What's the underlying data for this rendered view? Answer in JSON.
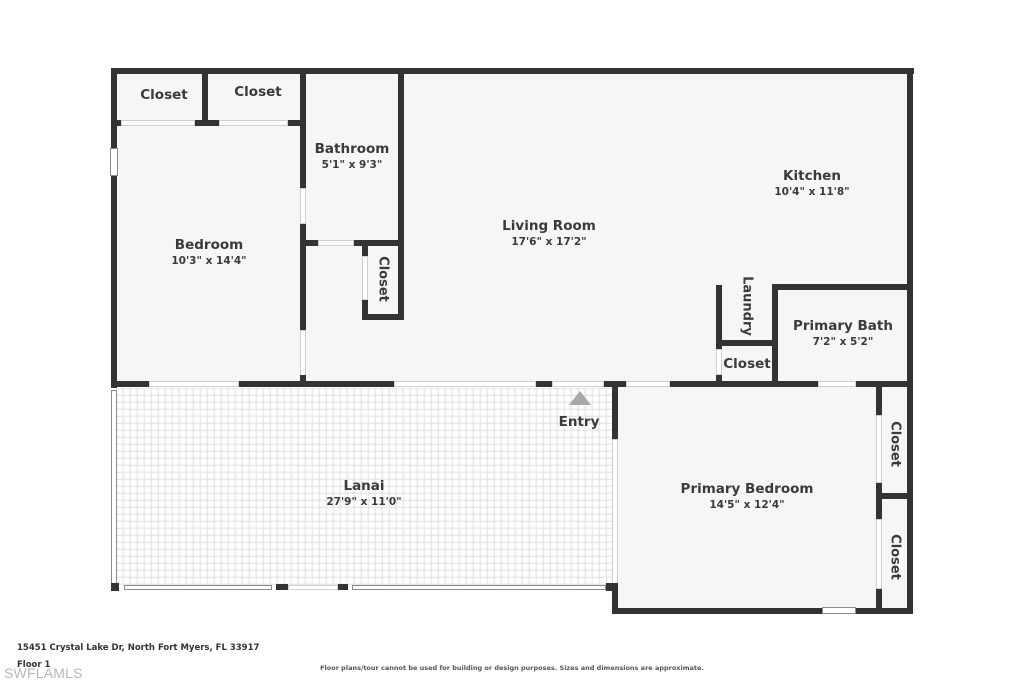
{
  "floorplan": {
    "rooms": {
      "closet_1": {
        "name": "Closet"
      },
      "closet_2": {
        "name": "Closet"
      },
      "bathroom": {
        "name": "Bathroom",
        "dimensions": "5'1\" x 9'3\""
      },
      "bedroom": {
        "name": "Bedroom",
        "dimensions": "10'3\" x 14'4\""
      },
      "closet_hall": {
        "name": "Closet"
      },
      "living_room": {
        "name": "Living Room",
        "dimensions": "17'6\" x 17'2\""
      },
      "kitchen": {
        "name": "Kitchen",
        "dimensions": "10'4\" x 11'8\""
      },
      "laundry": {
        "name": "Laundry"
      },
      "closet_laundry": {
        "name": "Closet"
      },
      "primary_bath": {
        "name": "Primary Bath",
        "dimensions": "7'2\" x 5'2\""
      },
      "lanai": {
        "name": "Lanai",
        "dimensions": "27'9\" x 11'0\""
      },
      "entry": {
        "name": "Entry"
      },
      "primary_bedroom": {
        "name": "Primary Bedroom",
        "dimensions": "14'5\" x 12'4\""
      },
      "closet_primary_1": {
        "name": "Closet"
      },
      "closet_primary_2": {
        "name": "Closet"
      }
    },
    "colors": {
      "wall": "#333333",
      "floor": "#f6f6f6",
      "entry_arrow": "#a9a9a9"
    }
  },
  "footer": {
    "address": "15451 Crystal Lake Dr, North Fort Myers, FL 33917",
    "floor": "Floor 1",
    "disclaimer": "Floor plans/tour cannot be used for building or design purposes. Sizes and dimensions are approximate.",
    "watermark": "SWFLAMLS"
  }
}
